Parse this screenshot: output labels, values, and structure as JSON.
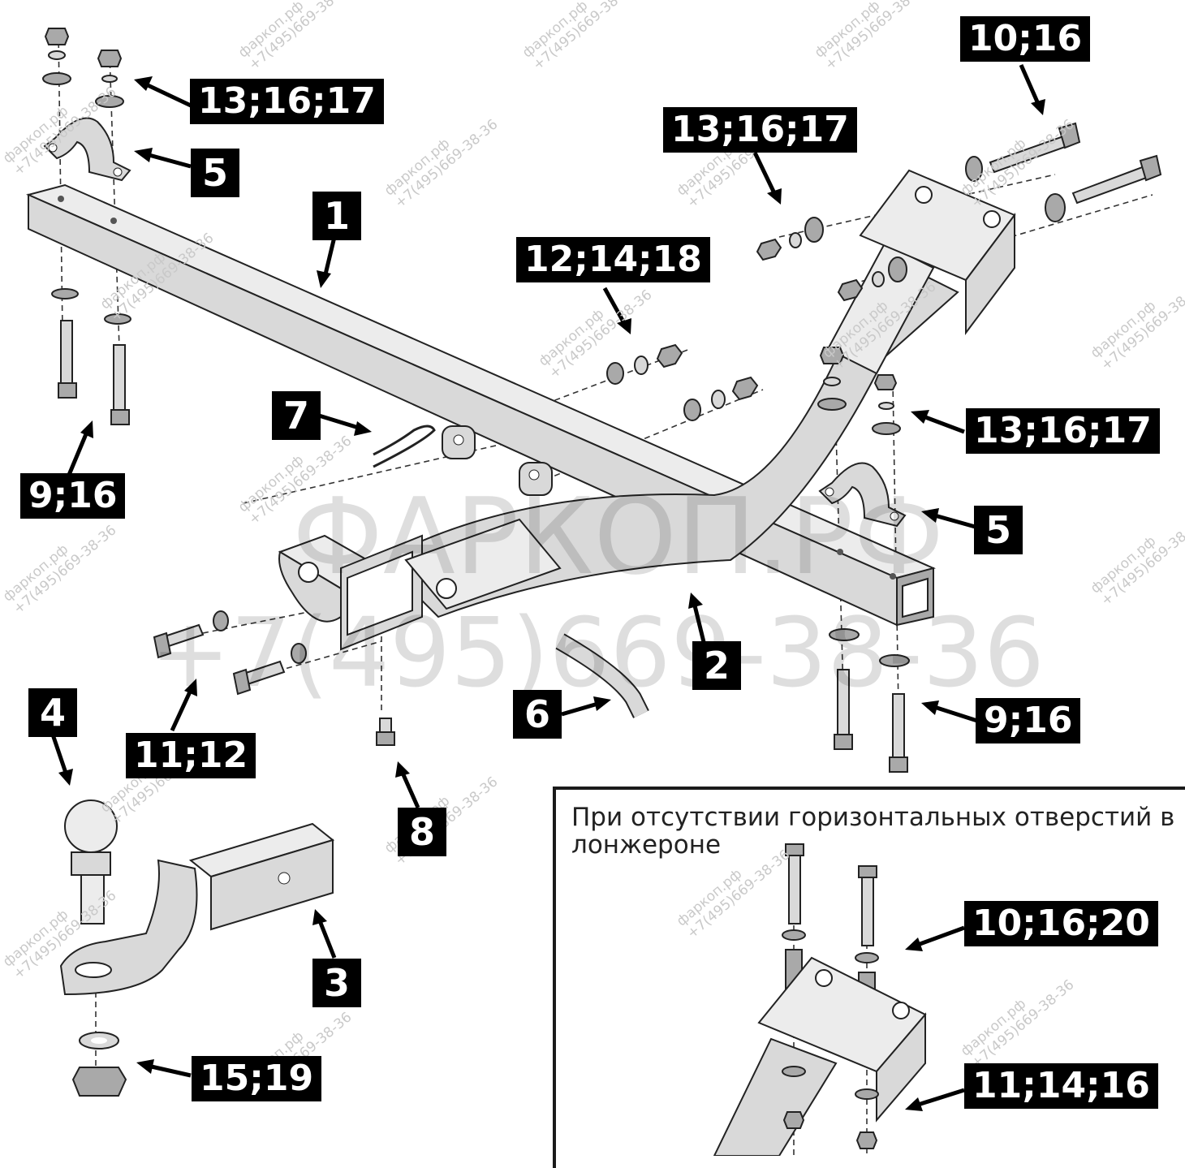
{
  "labels": {
    "bracket_bolts_right": "10;16",
    "nuts_top_left": "13;16;17",
    "nuts_top_right": "13;16;17",
    "clamp_left": "5",
    "crossbar": "1",
    "center_bolts": "12;14;18",
    "cotter_pin": "7",
    "nuts_right_mid": "13;16;17",
    "clamp_right": "5",
    "bolts_left": "9;16",
    "receiver_frame": "2",
    "pin": "6",
    "bolts_right": "9;16",
    "towball": "4",
    "side_bolts": "11;12",
    "small_bolt": "8",
    "ball_mount": "3",
    "washer_nut": "15;19",
    "inset_top": "10;16;20",
    "inset_bottom": "11;14;16"
  },
  "inset": {
    "note": "При отсутствии горизонтальных отверстий в лонжероне"
  },
  "watermark": {
    "site": "фаркоп.рф",
    "phone": "+7(495)669-38-36",
    "big_site": "ФАРКОП.РФ",
    "big_phone": "+7(495)669-38-36"
  }
}
